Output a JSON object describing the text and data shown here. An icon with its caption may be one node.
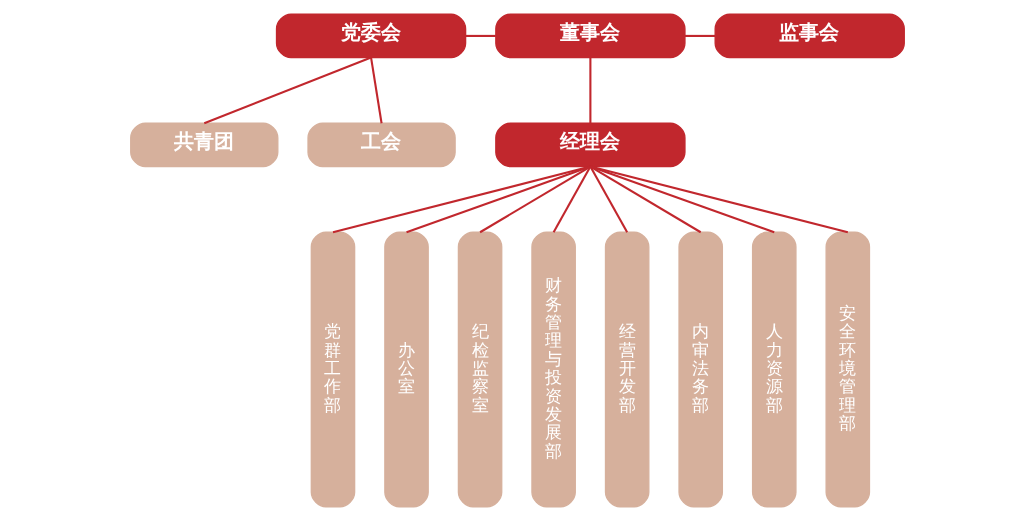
{
  "diagram": {
    "nodes": [
      {
        "text": [
          "党委会"
        ]
      },
      {
        "text": [
          "董事会"
        ]
      },
      {
        "text": [
          "监事会"
        ]
      },
      {
        "text": [
          "共青团"
        ]
      },
      {
        "text": [
          "工会"
        ]
      },
      {
        "text": [
          "经理会"
        ]
      },
      {
        "text": [
          "党群工作部"
        ]
      },
      {
        "text": [
          "办公室"
        ]
      },
      {
        "text": [
          "纪检监察室"
        ]
      },
      {
        "text": [
          "财务管理与投资发展部"
        ]
      },
      {
        "text": [
          "经营开发部"
        ]
      },
      {
        "text": [
          "内审法务部"
        ]
      },
      {
        "text": [
          "人力资源部"
        ]
      },
      {
        "text": [
          "安全环境管理部"
        ]
      }
    ],
    "edges": [
      {
        "from": 0,
        "to": 1,
        "arrow": "none"
      },
      {
        "from": 1,
        "to": 2,
        "arrow": "none"
      },
      {
        "from": 0,
        "to": 3,
        "arrow": "none"
      },
      {
        "from": 0,
        "to": 4,
        "arrow": "none"
      },
      {
        "from": 1,
        "to": 5,
        "arrow": "none"
      },
      {
        "from": 5,
        "to": 6,
        "arrow": "none"
      },
      {
        "from": 5,
        "to": 7,
        "arrow": "none"
      },
      {
        "from": 5,
        "to": 8,
        "arrow": "none"
      },
      {
        "from": 5,
        "to": 9,
        "arrow": "none"
      },
      {
        "from": 5,
        "to": 10,
        "arrow": "none"
      },
      {
        "from": 5,
        "to": 11,
        "arrow": "none"
      },
      {
        "from": 5,
        "to": 12,
        "arrow": "none"
      },
      {
        "from": 5,
        "to": 13,
        "arrow": "none"
      }
    ]
  }
}
